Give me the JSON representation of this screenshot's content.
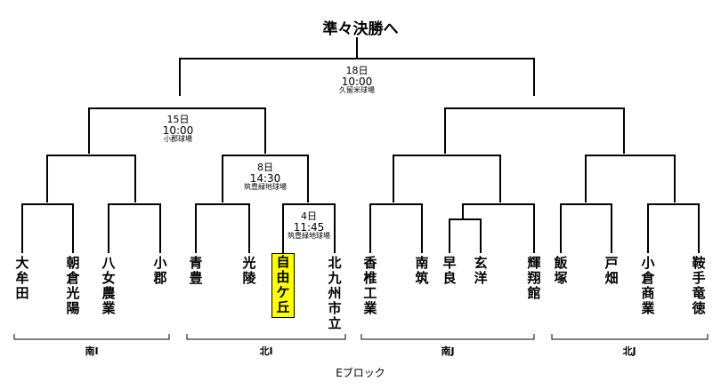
{
  "title": "準々決勝へ",
  "block_name": "Eブロック",
  "matches": {
    "final": {
      "date": "18日",
      "time": "10:00",
      "venue": "久留米球場"
    },
    "left_semi": {
      "date": "15日",
      "time": "10:00",
      "venue": "小郡球場"
    },
    "north_i": {
      "date": "8日",
      "time": "14:30",
      "venue": "筑豊緑地球場"
    },
    "north_i_first": {
      "date": "4日",
      "time": "11:45",
      "venue": "筑豊緑地球場"
    }
  },
  "teams": [
    {
      "name": "大牟田",
      "highlight": false
    },
    {
      "name": "朝倉光陽",
      "highlight": false
    },
    {
      "name": "八女農業",
      "highlight": false
    },
    {
      "name": "小郡",
      "highlight": false
    },
    {
      "name": "青豊",
      "highlight": false
    },
    {
      "name": "光陵",
      "highlight": false
    },
    {
      "name": "自由ケ丘",
      "highlight": true
    },
    {
      "name": "北九州市立",
      "highlight": false
    },
    {
      "name": "香椎工業",
      "highlight": false
    },
    {
      "name": "南筑",
      "highlight": false
    },
    {
      "name": "早良",
      "highlight": false
    },
    {
      "name": "玄洋",
      "highlight": false
    },
    {
      "name": "輝翔館",
      "highlight": false
    },
    {
      "name": "飯塚",
      "highlight": false
    },
    {
      "name": "戸畑",
      "highlight": false
    },
    {
      "name": "小倉商業",
      "highlight": false
    },
    {
      "name": "鞍手竜徳",
      "highlight": false
    }
  ],
  "groups": [
    "南I",
    "北I",
    "南J",
    "北J"
  ],
  "colors": {
    "line": "#000000",
    "highlight": "#ffff00"
  }
}
